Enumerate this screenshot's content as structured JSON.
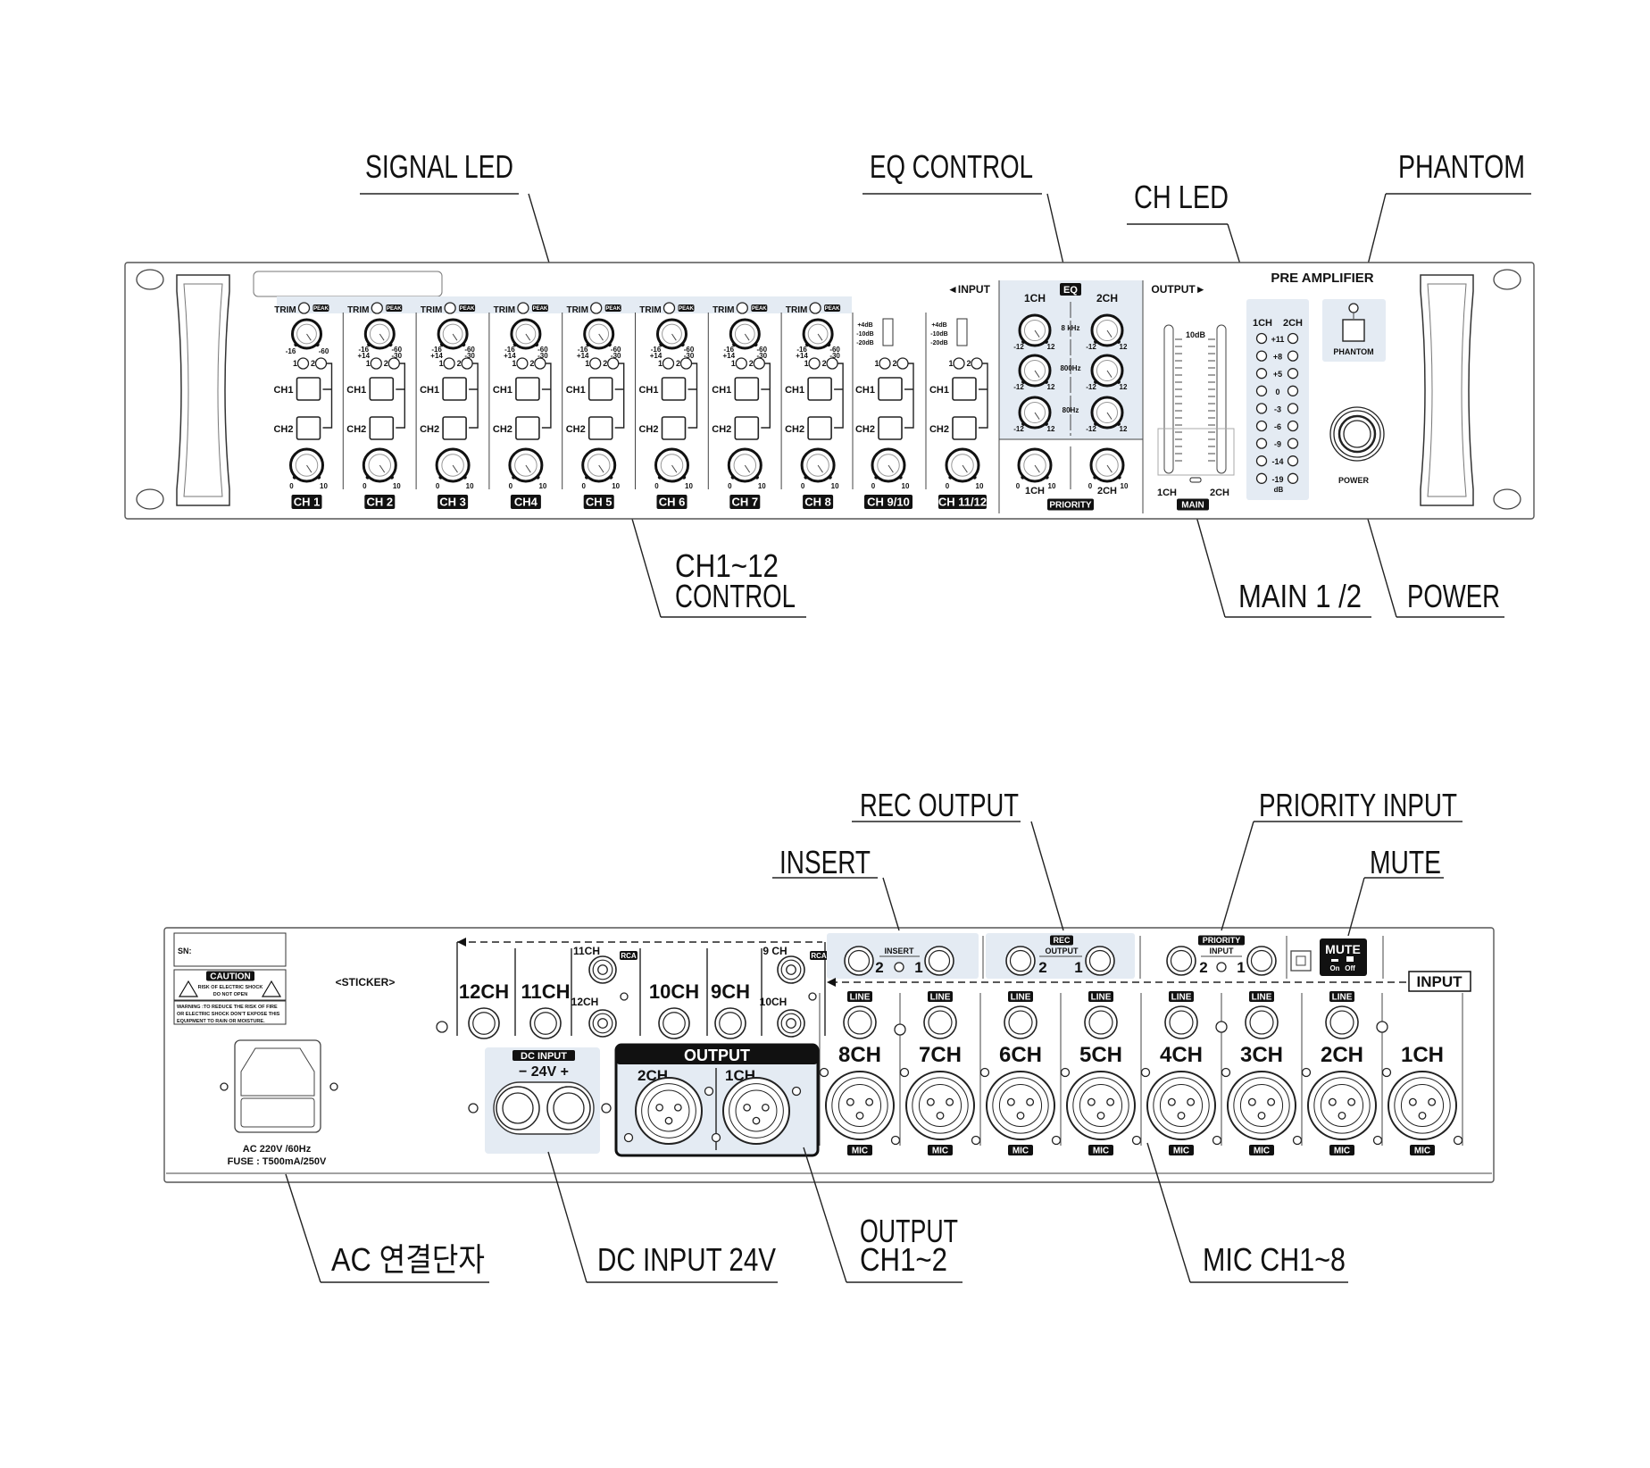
{
  "callouts": {
    "front": {
      "signal_led": "SIGNAL LED",
      "eq_control": "EQ CONTROL",
      "ch_led": "CH LED",
      "phantom": "PHANTOM",
      "ch_control": [
        "CH1~12",
        "CONTROL"
      ],
      "main": "MAIN 1 /2",
      "power": "POWER"
    },
    "rear": {
      "rec_output": "REC OUTPUT",
      "insert": "INSERT",
      "priority_input": "PRIORITY INPUT",
      "mute": "MUTE",
      "ac": "AC 연결단자",
      "dc_input": "DC INPUT 24V",
      "output": [
        "OUTPUT",
        "CH1~2"
      ],
      "mic": "MIC CH1~8"
    }
  },
  "front_panel": {
    "trim_label": "TRIM",
    "peak_label": "PEAK",
    "trim_scale_first": [
      "-16",
      "-60"
    ],
    "trim_scale": [
      "-16",
      "+14",
      "-60",
      "-30"
    ],
    "select_nums": [
      "1",
      "2"
    ],
    "select_buttons": [
      "CH1",
      "CH2"
    ],
    "level_scale": [
      "0",
      "10"
    ],
    "mono_channels": [
      "CH 1",
      "CH 2",
      "CH 3",
      "CH4",
      "CH 5",
      "CH 6",
      "CH 7",
      "CH 8"
    ],
    "stereo_channels": [
      "CH 9/10",
      "CH 11/12"
    ],
    "gain_switch": [
      "+4dB",
      "-10dB",
      "-20dB"
    ],
    "input_label": "◄INPUT",
    "eq": {
      "badge": "EQ",
      "channels": [
        "1CH",
        "2CH"
      ],
      "bands": [
        "8 kHz",
        "800Hz",
        "80Hz"
      ],
      "range": [
        "-12",
        "12"
      ]
    },
    "priority": {
      "badge": "PRIORITY",
      "channels": [
        "1CH",
        "2CH"
      ],
      "scale": [
        "0",
        "10"
      ]
    },
    "output": {
      "label": "OUTPUT►",
      "meter_label": "10dB",
      "channels": [
        "1CH",
        "2CH"
      ],
      "badge": "MAIN"
    },
    "title": "PRE AMPLIFIER",
    "ch_led": {
      "channels": [
        "1CH",
        "2CH"
      ],
      "levels": [
        "+11",
        "+8",
        "+5",
        "0",
        "-3",
        "-6",
        "-9",
        "-14",
        "-19"
      ],
      "unit": "dB"
    },
    "phantom_label": "PHANTOM",
    "power_label": "POWER"
  },
  "rear_panel": {
    "sn_label": "SN:",
    "caution": {
      "title": "CAUTION",
      "lines": [
        "RISK OF ELECTRIC SHOCK",
        "DO NOT OPEN"
      ],
      "warning": [
        "WARNING :TO REDUCE THE RISK OF FIRE",
        "OR ELECTRIC SHOCK DON'T EXPOSE THIS",
        "EQUIPMENT TO RAIN OR MOISTURE."
      ]
    },
    "sticker": "<STICKER>",
    "ac_text": [
      "AC 220V /60Hz",
      "FUSE : T500mA/250V"
    ],
    "aux_inputs": [
      "12CH",
      "11CH",
      "10CH",
      "9CH"
    ],
    "rca_a": [
      "11CH",
      "12CH"
    ],
    "rca_b": [
      "9 CH",
      "10CH"
    ],
    "rca_badge": "RCA",
    "dc": {
      "badge": "DC INPUT",
      "polarity": "−  24V  +"
    },
    "output": {
      "badge": "OUTPUT",
      "channels": [
        "2CH",
        "1CH"
      ]
    },
    "insert": {
      "label": "INSERT",
      "nums": [
        "2",
        "1"
      ]
    },
    "rec_output": {
      "label": [
        "REC",
        "OUTPUT"
      ],
      "nums": [
        "2",
        "1"
      ]
    },
    "priority_input": {
      "label": [
        "PRIORITY",
        "INPUT"
      ],
      "nums": [
        "2",
        "1"
      ]
    },
    "mute": {
      "label": "MUTE",
      "states": [
        "On",
        "Off"
      ]
    },
    "input_label": "INPUT",
    "mic_channels": [
      "8CH",
      "7CH",
      "6CH",
      "5CH",
      "4CH",
      "3CH",
      "2CH",
      "1CH"
    ],
    "line_badge": "LINE",
    "mic_badge": "MIC"
  }
}
